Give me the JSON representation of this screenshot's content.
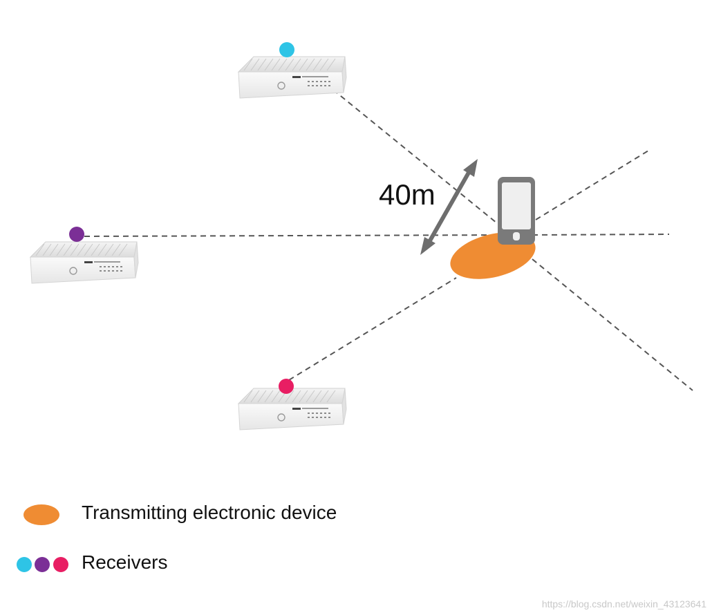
{
  "distance_label": "40m",
  "legend": {
    "transmitter_label": "Transmitting electronic device",
    "receivers_label": "Receivers"
  },
  "watermark": "https://blog.csdn.net/weixin_43123641",
  "colors": {
    "transmitter": "#ef8c33",
    "receiver_1": "#2ec4e6",
    "receiver_2": "#7b2f96",
    "receiver_3": "#e81e63",
    "phone": "#7a7a7a",
    "dashed_line": "#555555",
    "arrow": "#6e6e6e"
  },
  "icons": [
    "receiver-box-icon",
    "smartphone-icon",
    "double-arrow-icon"
  ]
}
